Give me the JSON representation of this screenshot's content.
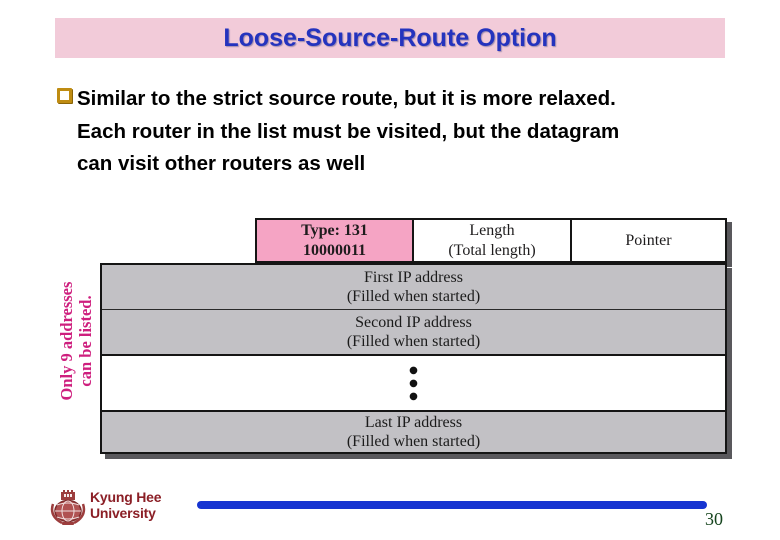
{
  "slide": {
    "title": "Loose-Source-Route Option",
    "page_number": "30"
  },
  "bullet": {
    "lines": [
      "Similar to the strict source route, but it is more relaxed.",
      "Each router in the list must be visited, but the datagram",
      "can visit other routers as well"
    ]
  },
  "diagram": {
    "side_note": {
      "line1": "Only 9 addresses",
      "line2": "can be listed."
    },
    "header_cells": [
      {
        "line1": "Type: 131",
        "line2": "10000011"
      },
      {
        "line1": "Length",
        "line2": "(Total length)"
      },
      {
        "line1": "Pointer",
        "line2": ""
      }
    ],
    "rows": [
      {
        "line1": "First IP address",
        "line2": "(Filled when started)"
      },
      {
        "line1": "Second IP address",
        "line2": "(Filled when started)"
      },
      {
        "line1": "Last IP address",
        "line2": "(Filled when started)"
      }
    ],
    "ellipsis": "●\n●\n●"
  },
  "footer": {
    "org_line1": "Kyung Hee",
    "org_line2": "University"
  },
  "colors": {
    "title_bar_bg": "#f2cbd9",
    "title_text": "#2433be",
    "bullet_square": "#bf8c12",
    "type_cell_bg": "#f5a4c4",
    "gray_row_bg": "#c2c1c5",
    "box_shadow": "#59585c",
    "side_note_text": "#ce1f7e",
    "footer_text": "#8b1f26",
    "footer_bar": "#1634d1",
    "page_number_text": "#15441d"
  }
}
